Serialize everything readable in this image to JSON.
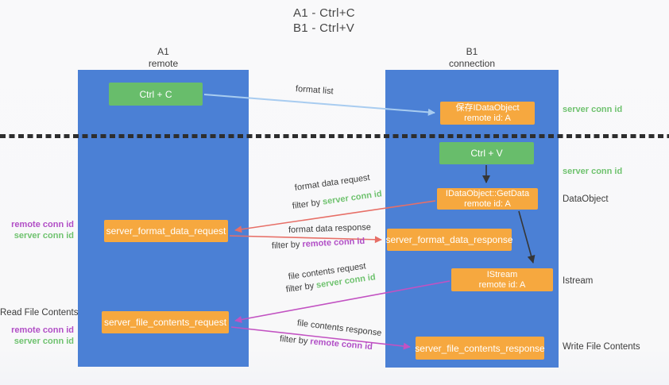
{
  "title": {
    "line1": "A1 - Ctrl+C",
    "line2": "B1 - Ctrl+V"
  },
  "lanes": {
    "left": {
      "name": "A1",
      "role": "remote"
    },
    "right": {
      "name": "B1",
      "role": "connection"
    }
  },
  "nodes": {
    "ctrl_c": {
      "label": "Ctrl + C"
    },
    "save_idataobject": {
      "line1": "保存IDataObject",
      "line2": "remote id: A"
    },
    "ctrl_v": {
      "label": "Ctrl + V"
    },
    "getdata": {
      "line1": "IDataObject::GetData",
      "line2": "remote id: A"
    },
    "format_request": {
      "label": "server_format_data_request"
    },
    "format_response": {
      "label": "server_format_data_response"
    },
    "istream": {
      "line1": "IStream",
      "line2": "remote id: A"
    },
    "file_request": {
      "label": "server_file_contents_request"
    },
    "file_response": {
      "label": "server_file_contents_response"
    }
  },
  "edges": {
    "format_list": {
      "label": "format list"
    },
    "format_data_request": {
      "label": "format data request",
      "filter_prefix": "filter by",
      "filter_key": "server conn id"
    },
    "format_data_response": {
      "label": "format data response",
      "filter_prefix": "filter by",
      "filter_key": "remote conn id"
    },
    "file_contents_request": {
      "label": "file contents request",
      "filter_prefix": "filter by",
      "filter_key": "server conn id"
    },
    "file_contents_response": {
      "label": "file contents response",
      "filter_prefix": "filter by",
      "filter_key": "remote conn id"
    }
  },
  "annotations": {
    "right_server_conn_id_top": "server conn id",
    "right_server_conn_id_mid": "server conn id",
    "right_dataobject": "DataObject",
    "right_istream": "Istream",
    "right_write_file_contents": "Write File Contents",
    "left_remote_conn_id_top": "remote conn id",
    "left_server_conn_id_top": "server conn id",
    "left_read_file_contents": "Read File Contents",
    "left_remote_conn_id_bottom": "remote conn id",
    "left_server_conn_id_bottom": "server conn id"
  },
  "colors": {
    "lane_blue": "#4b80d5",
    "box_green": "#68bd6b",
    "box_orange": "#f6a83f",
    "arrow_red": "#e76f67",
    "arrow_magenta": "#c252c2",
    "arrow_light_blue": "#a8ccf0",
    "arrow_black": "#363636",
    "text_green": "#6fc26f",
    "text_purple": "#b14ec6",
    "dotted_line": "#2e2e2e"
  }
}
